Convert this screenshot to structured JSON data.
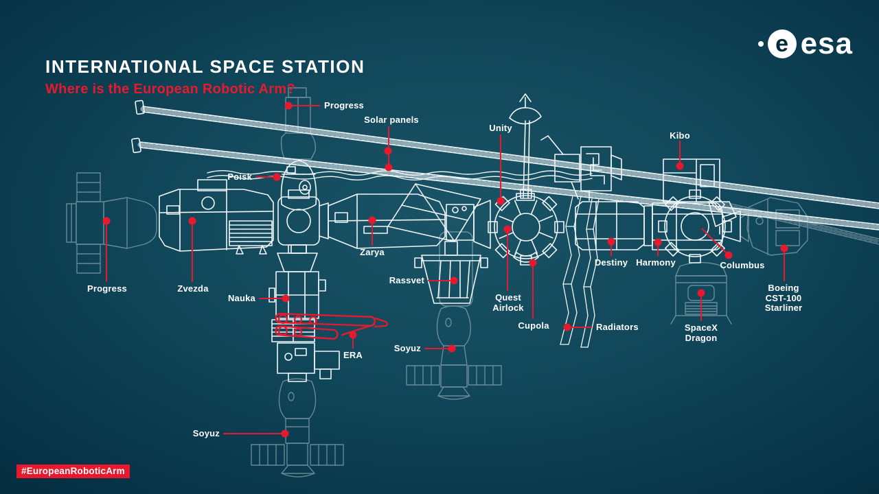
{
  "header": {
    "title": "INTERNATIONAL SPACE STATION",
    "subtitle": "Where is the European Robotic Arm?"
  },
  "branding": {
    "esa_logo_text": "esa",
    "esa_globe_letter": "e",
    "hashtag": "#EuropeanRoboticArm"
  },
  "colors": {
    "accent_red": "#e8192f",
    "line_white": "#f2f7f9",
    "faded_line": "#9fb6c1",
    "background_center": "#1a5466",
    "background_edge": "#022534"
  },
  "labels": [
    {
      "id": "progress-top",
      "text": "Progress"
    },
    {
      "id": "solar-panels",
      "text": "Solar panels"
    },
    {
      "id": "unity",
      "text": "Unity"
    },
    {
      "id": "kibo",
      "text": "Kibo"
    },
    {
      "id": "poisk",
      "text": "Poisk"
    },
    {
      "id": "progress-left",
      "text": "Progress"
    },
    {
      "id": "zvezda",
      "text": "Zvezda"
    },
    {
      "id": "nauka",
      "text": "Nauka"
    },
    {
      "id": "zarya",
      "text": "Zarya"
    },
    {
      "id": "rassvet",
      "text": "Rassvet"
    },
    {
      "id": "quest-airlock",
      "text": "Quest\nAirlock"
    },
    {
      "id": "cupola",
      "text": "Cupola"
    },
    {
      "id": "era",
      "text": "ERA"
    },
    {
      "id": "soyuz-middle",
      "text": "Soyuz"
    },
    {
      "id": "destiny",
      "text": "Destiny"
    },
    {
      "id": "harmony",
      "text": "Harmony"
    },
    {
      "id": "columbus",
      "text": "Columbus"
    },
    {
      "id": "boeing-starliner",
      "text": "Boeing\nCST-100\nStarliner"
    },
    {
      "id": "spacex-dragon",
      "text": "SpaceX\nDragon"
    },
    {
      "id": "radiators",
      "text": "Radiators"
    },
    {
      "id": "soyuz-bottom",
      "text": "Soyuz"
    }
  ]
}
